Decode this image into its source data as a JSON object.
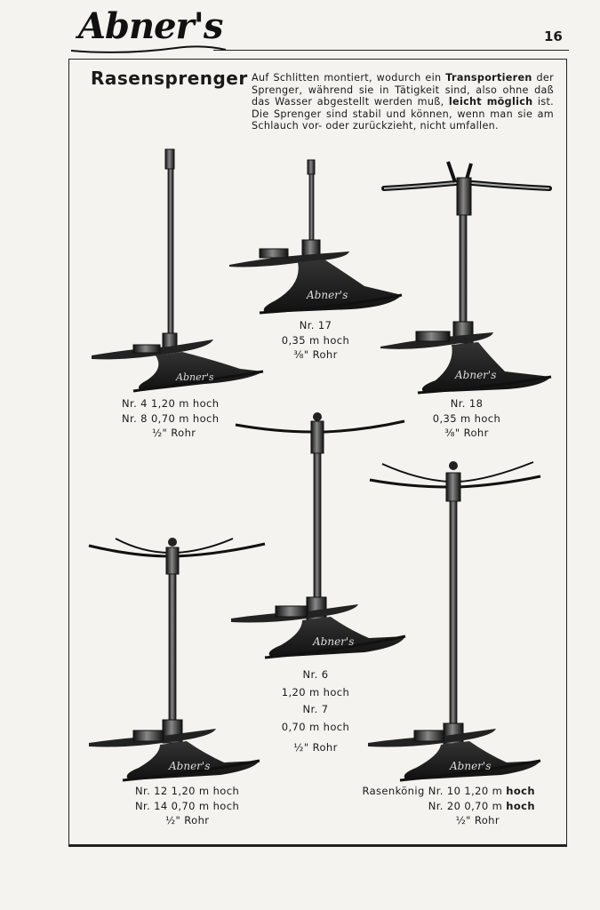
{
  "header": {
    "brand": "Abner's",
    "page_number": "16"
  },
  "section": {
    "title": "Rasensprenger",
    "intro": {
      "part1": "Auf Schlitten montiert, wodurch ein ",
      "bold1": "Transportieren",
      "part2": " der Sprenger, während sie in Tätigkeit sind, also ohne daß das Wasser abgestellt werden muß, ",
      "bold2": "leicht möglich",
      "part3": " ist. Die Sprenger sind stabil und können, wenn man sie am Schlauch vor- oder zurückzieht, nicht umfallen."
    }
  },
  "products": {
    "nr4_8": {
      "line1": "Nr. 4    1,20 m  hoch",
      "line2": "Nr. 8    0,70 m  hoch",
      "pipe": "½\" Rohr",
      "brand_on_base": "Abner's"
    },
    "nr17": {
      "line1": "Nr. 17",
      "line2": "0,35 m  hoch",
      "pipe": "⅜\" Rohr",
      "brand_on_base": "Abner's"
    },
    "nr18": {
      "line1": "Nr. 18",
      "line2": "0,35 m  hoch",
      "pipe": "⅜\" Rohr",
      "brand_on_base": "Abner's"
    },
    "nr6_7": {
      "line1": "Nr. 6",
      "line2": "1,20 m  hoch",
      "line3": "Nr. 7",
      "line4": "0,70 m  hoch",
      "pipe": "½\" Rohr",
      "brand_on_base": "Abner's"
    },
    "nr12_14": {
      "line1": "Nr. 12    1,20 m  hoch",
      "line2": "Nr. 14    0,70 m  hoch",
      "pipe": "½\" Rohr",
      "brand_on_base": "Abner's"
    },
    "nr10_20": {
      "prefix": "Rasenkönig ",
      "line1_nr": "Nr. 10    1,20 m  ",
      "line1_bold": "hoch",
      "line2_nr": "Nr. 20    0,70 m  ",
      "line2_bold": "hoch",
      "pipe": "½\" Rohr",
      "brand_on_base": "Abner's"
    }
  }
}
